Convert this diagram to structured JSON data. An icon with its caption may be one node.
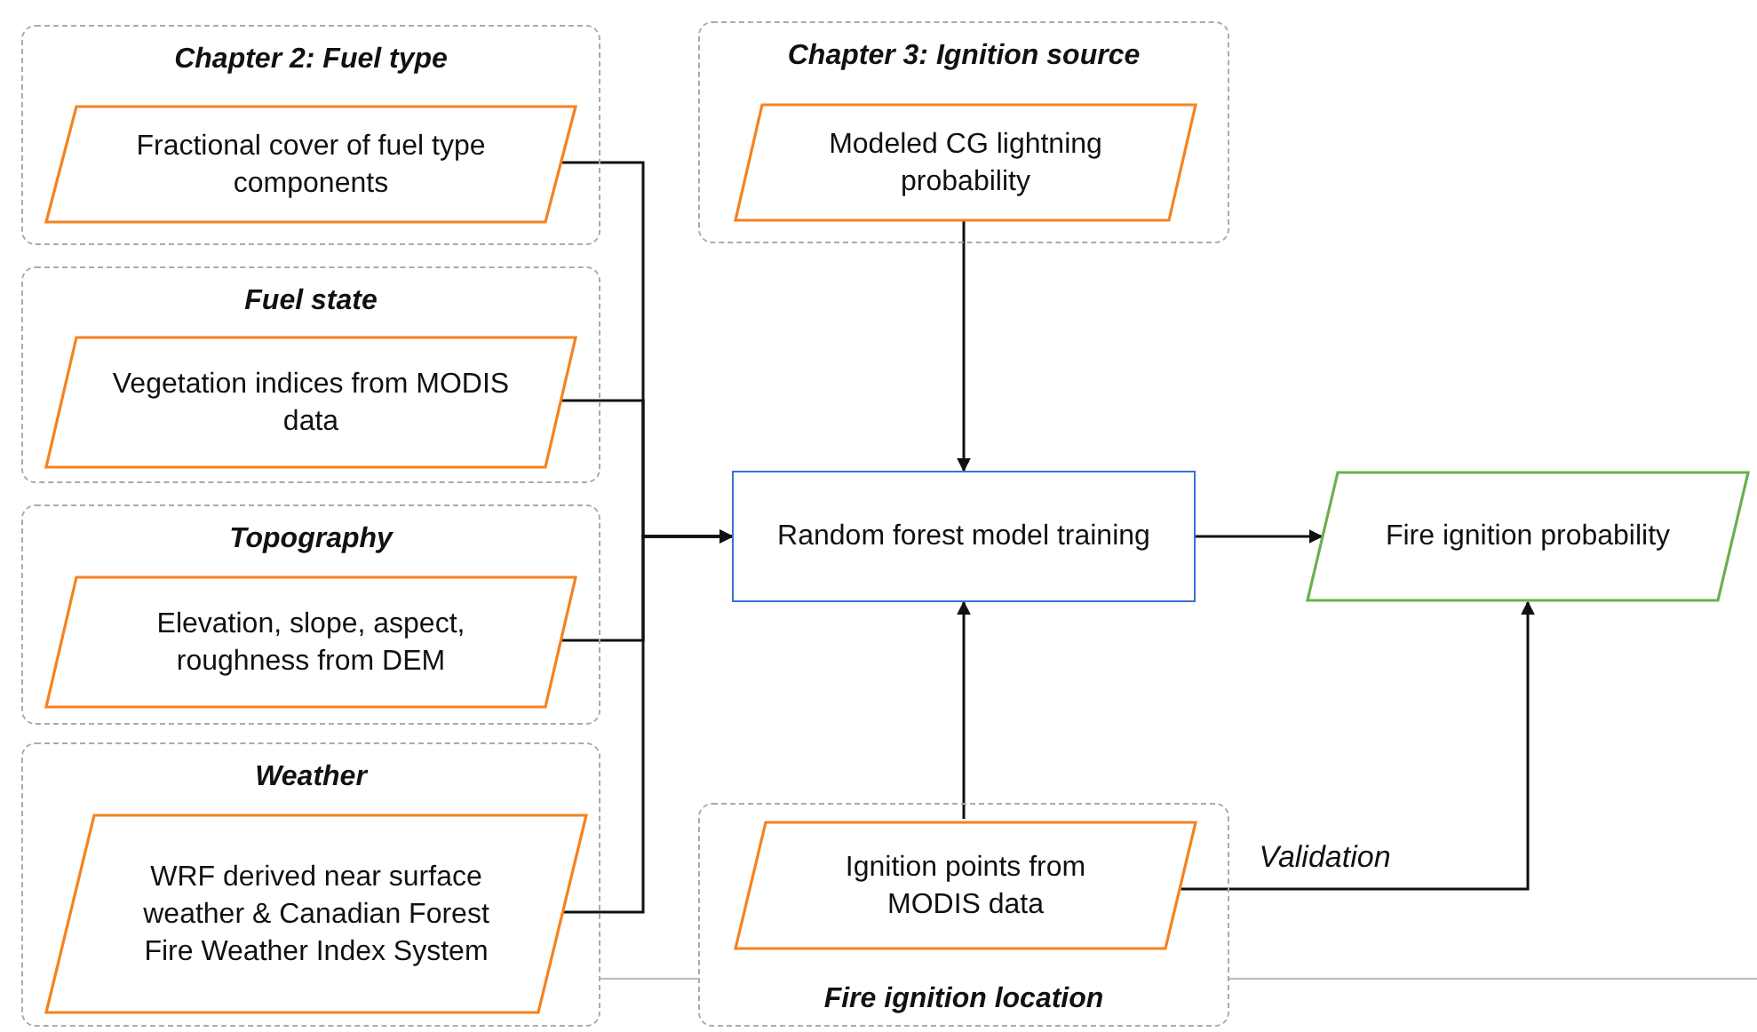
{
  "diagram": {
    "nodes": [
      {
        "text": [
          "Chapter 2: Fuel type"
        ]
      },
      {
        "text": [
          "Fractional cover of fuel type components"
        ],
        "in": 0
      },
      {
        "text": [
          "Fuel state"
        ]
      },
      {
        "text": [
          "Vegetation indices from MODIS data"
        ],
        "in": 2
      },
      {
        "text": [
          "Topography"
        ]
      },
      {
        "text": [
          "Elevation, slope, aspect, roughness from DEM"
        ],
        "in": 4
      },
      {
        "text": [
          "Weather"
        ]
      },
      {
        "text": [
          "WRF derived near surface weather & Canadian Forest Fire Weather Index System"
        ],
        "in": 6
      },
      {
        "text": [
          "Chapter 3: Ignition source"
        ]
      },
      {
        "text": [
          "Modeled CG lightning probability"
        ],
        "in": 8
      },
      {
        "text": [
          "Random forest model training"
        ]
      },
      {
        "text": [
          "Fire ignition probability"
        ]
      },
      {
        "text": [
          "Fire ignition location"
        ]
      },
      {
        "text": [
          "Ignition points from MODIS data"
        ],
        "in": 12
      }
    ],
    "edges": [
      {
        "from": 1,
        "to": 10,
        "arrow": "to"
      },
      {
        "from": 3,
        "to": 10,
        "arrow": "to"
      },
      {
        "from": 5,
        "to": 10,
        "arrow": "to"
      },
      {
        "from": 7,
        "to": 10,
        "arrow": "to"
      },
      {
        "from": 9,
        "to": 10,
        "arrow": "to"
      },
      {
        "from": 13,
        "to": 10,
        "arrow": "to"
      },
      {
        "from": 10,
        "to": 11,
        "arrow": "to"
      },
      {
        "from": 13,
        "to": 11,
        "arrow": "to",
        "label": "Validation"
      }
    ]
  }
}
